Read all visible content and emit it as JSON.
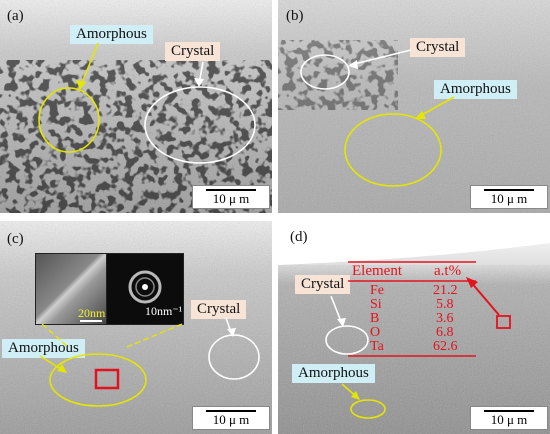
{
  "panels": {
    "a": {
      "label": "(a)",
      "amorphous": "Amorphous",
      "crystal": "Crystal",
      "scale": "10 μ m"
    },
    "b": {
      "label": "(b)",
      "amorphous": "Amorphous",
      "crystal": "Crystal",
      "scale": "10 μ m"
    },
    "c": {
      "label": "(c)",
      "amorphous": "Amorphous",
      "crystal": "Crystal",
      "scale": "10 μ m",
      "inset_left_scale": "20nm",
      "inset_right_scale": "10nm⁻¹"
    },
    "d": {
      "label": "(d)",
      "amorphous": "Amorphous",
      "crystal": "Crystal",
      "scale": "10 μ m"
    }
  },
  "eds_table": {
    "header_element": "Element",
    "header_value": "a.t%",
    "rows": [
      {
        "element": "Fe",
        "value": "21.2"
      },
      {
        "element": "Si",
        "value": "5.8"
      },
      {
        "element": "B",
        "value": "3.6"
      },
      {
        "element": "O",
        "value": "6.8"
      },
      {
        "element": "Ta",
        "value": "62.6"
      }
    ]
  },
  "colors": {
    "amorphous_box": "#cfeef6",
    "crystal_box": "#f8e4d6",
    "yellow_marker": "#e5e600",
    "white_marker": "#ffffff",
    "red_marker": "#e3131e"
  }
}
